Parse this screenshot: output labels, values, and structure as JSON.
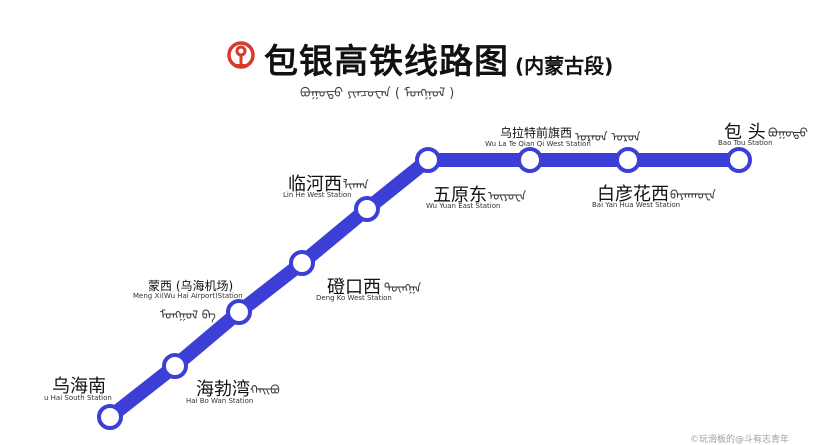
{
  "title": {
    "main": "包银高铁线路图",
    "sub": "(内蒙古段)",
    "mongolian": "ᠪᠤᠭᠤᠲᠤ ᠶᠢᠨᠴᠤᠸᠠᠨ ( ᠮᠤᠩᠭᠤᠯ )"
  },
  "colors": {
    "line": "#3b3fd6",
    "station_fill": "#ffffff",
    "logo": "#d83a2c"
  },
  "stations": [
    {
      "id": "wuhainan",
      "name": "乌海南",
      "en": "u Hai South Station",
      "mongol": ""
    },
    {
      "id": "haibowan",
      "name": "海勃湾",
      "en": "Hai Bo Wan Station",
      "mongol": "ᠬᠠᠢᠪᠤ"
    },
    {
      "id": "mengxi",
      "name": "蒙西 (乌海机场)",
      "en": "Meng Xi(Wu Hai Airport)Station",
      "mongol": "ᠮᠤᠩᠭᠤᠯ ᠪᠠ"
    },
    {
      "id": "dengkouxi",
      "name": "磴口西",
      "en": "Deng Ko West Station",
      "mongol": "ᠳᠦᠩᠭᠠ"
    },
    {
      "id": "linhexi",
      "name": "临河西",
      "en": "Lin He West Station",
      "mongol": "ᠯᠢᠨᠬᠠ"
    },
    {
      "id": "wuyuandong",
      "name": "五原东",
      "en": "Wu Yuan East Station",
      "mongol": "ᠦᠶᠦᠸᠠ"
    },
    {
      "id": "wulateqianqixi",
      "name": "乌拉特前旗西",
      "en": "Wu La Te Qian Qi West Station",
      "mongol": "ᠤᠷᠠᠳ ᠤᠷᠤᠨ"
    },
    {
      "id": "baiyanhuaxi",
      "name": "白彦花西",
      "en": "Bai Yan Hua West Station",
      "mongol": "ᠪᠠᠶᠠᠨᠬᠤᠸᠠ"
    },
    {
      "id": "baotou",
      "name": "包 头",
      "en": "Bao Tou Station",
      "mongol": "ᠪᠤᠭᠤᠲᠤ"
    }
  ],
  "watermark": "©玩滑板的@斗有志青年"
}
